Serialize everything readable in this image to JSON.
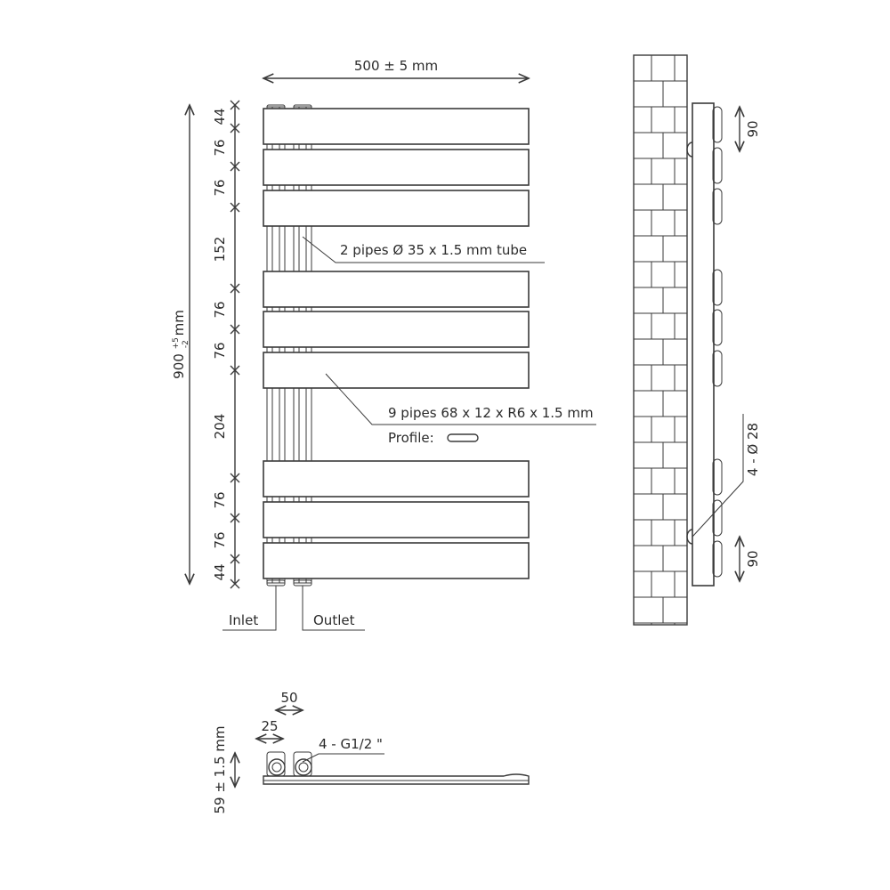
{
  "front_view": {
    "width_label": "500 ± 5 mm",
    "height_label": "900 ",
    "height_tol_plus": "+5",
    "height_tol_minus": "-2",
    "height_unit": " mm",
    "spacing_labels": [
      "44",
      "76",
      "76",
      "152",
      "76",
      "76",
      "204",
      "76",
      "76",
      "44"
    ],
    "callout_pipes": "2 pipes Ø 35 x 1.5 mm tube",
    "callout_panels": "9 pipes 68 x 12 x R6 x 1.5 mm",
    "profile_label": "Profile:",
    "inlet_label": "Inlet",
    "outlet_label": "Outlet"
  },
  "side_view": {
    "top_bracket_label": "90",
    "bottom_bracket_label": "90",
    "hole_label": "4 - Ø 28"
  },
  "bottom_view": {
    "center_distance_label": "50",
    "pipe_offset_label": "25",
    "connection_label": "4 - G1/2 \"",
    "depth_label": "59 ± 1.5 mm"
  }
}
